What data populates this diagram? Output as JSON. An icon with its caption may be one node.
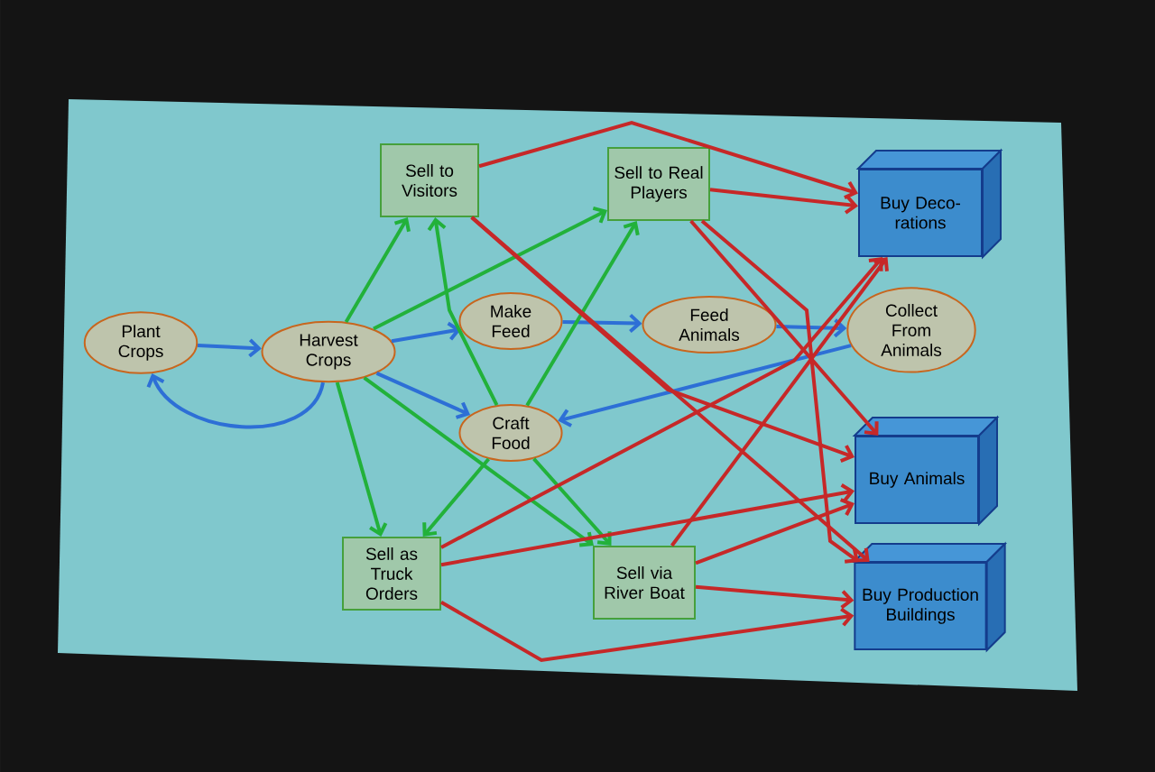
{
  "diagram": {
    "nodes": [
      {
        "text": [
          "Plant Crops"
        ]
      },
      {
        "text": [
          "Harvest Crops"
        ]
      },
      {
        "text": [
          "Make Feed"
        ]
      },
      {
        "text": [
          "Craft Food"
        ]
      },
      {
        "text": [
          "Feed Animals"
        ]
      },
      {
        "text": [
          "Collect From Animals"
        ]
      },
      {
        "text": [
          "Sell to Visitors"
        ]
      },
      {
        "text": [
          "Sell to Real Players"
        ]
      },
      {
        "text": [
          "Sell as Truck Orders"
        ]
      },
      {
        "text": [
          "Sell via River Boat"
        ]
      },
      {
        "text": [
          "Buy Deco- rations"
        ]
      },
      {
        "text": [
          "Buy Animals"
        ]
      },
      {
        "text": [
          "Buy Production Buildings"
        ]
      }
    ],
    "edges": [
      {
        "from": 0,
        "to": 1,
        "arrow": "to",
        "color": "#2d6fd6"
      },
      {
        "from": 1,
        "to": 0,
        "arrow": "to",
        "color": "#2d6fd6"
      },
      {
        "from": 1,
        "to": 2,
        "arrow": "to",
        "color": "#2d6fd6"
      },
      {
        "from": 1,
        "to": 3,
        "arrow": "to",
        "color": "#2d6fd6"
      },
      {
        "from": 2,
        "to": 4,
        "arrow": "to",
        "color": "#2d6fd6"
      },
      {
        "from": 4,
        "to": 5,
        "arrow": "to",
        "color": "#2d6fd6"
      },
      {
        "from": 5,
        "to": 3,
        "arrow": "to",
        "color": "#2d6fd6"
      },
      {
        "from": 1,
        "to": 6,
        "arrow": "to",
        "color": "#22b13a"
      },
      {
        "from": 1,
        "to": 7,
        "arrow": "to",
        "color": "#22b13a"
      },
      {
        "from": 1,
        "to": 8,
        "arrow": "to",
        "color": "#22b13a"
      },
      {
        "from": 1,
        "to": 9,
        "arrow": "to",
        "color": "#22b13a"
      },
      {
        "from": 3,
        "to": 6,
        "arrow": "to",
        "color": "#22b13a"
      },
      {
        "from": 3,
        "to": 7,
        "arrow": "to",
        "color": "#22b13a"
      },
      {
        "from": 3,
        "to": 8,
        "arrow": "to",
        "color": "#22b13a"
      },
      {
        "from": 3,
        "to": 9,
        "arrow": "to",
        "color": "#22b13a"
      },
      {
        "from": 6,
        "to": 10,
        "arrow": "to",
        "color": "#c62828"
      },
      {
        "from": 6,
        "to": 11,
        "arrow": "to",
        "color": "#c62828"
      },
      {
        "from": 6,
        "to": 12,
        "arrow": "to",
        "color": "#c62828"
      },
      {
        "from": 7,
        "to": 10,
        "arrow": "to",
        "color": "#c62828"
      },
      {
        "from": 7,
        "to": 11,
        "arrow": "to",
        "color": "#c62828"
      },
      {
        "from": 7,
        "to": 12,
        "arrow": "to",
        "color": "#c62828"
      },
      {
        "from": 8,
        "to": 10,
        "arrow": "to",
        "color": "#c62828"
      },
      {
        "from": 8,
        "to": 11,
        "arrow": "to",
        "color": "#c62828"
      },
      {
        "from": 8,
        "to": 12,
        "arrow": "to",
        "color": "#c62828"
      },
      {
        "from": 9,
        "to": 10,
        "arrow": "to",
        "color": "#c62828"
      },
      {
        "from": 9,
        "to": 11,
        "arrow": "to",
        "color": "#c62828"
      },
      {
        "from": 9,
        "to": 12,
        "arrow": "to",
        "color": "#c62828"
      }
    ]
  }
}
